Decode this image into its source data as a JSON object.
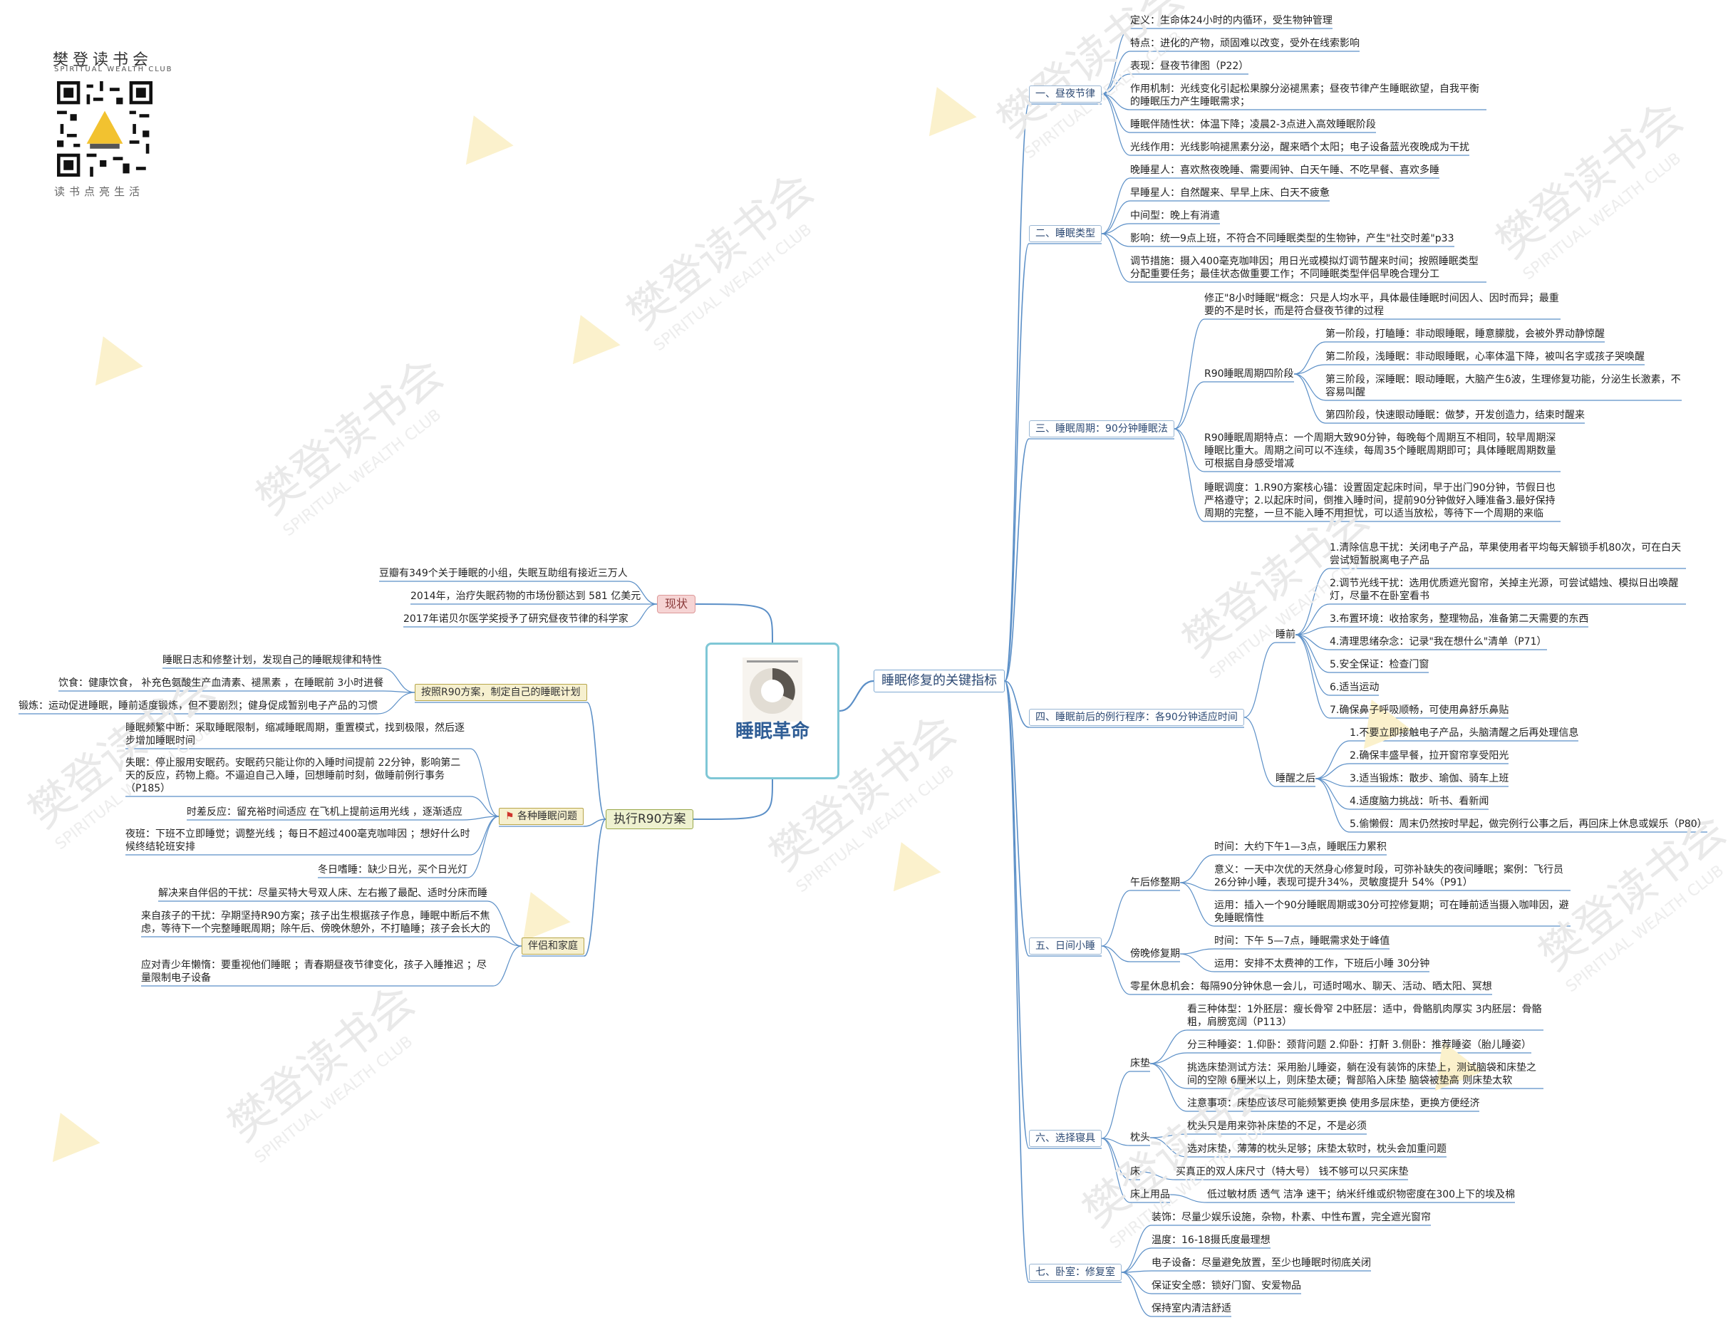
{
  "brand": {
    "title": "樊登读书会",
    "subtitle": "SPIRITUAL WEALTH CLUB",
    "slogan": "读书点亮生活",
    "watermark_cn": "樊登读书会",
    "watermark_en": "SPIRITUAL WEALTH CLUB"
  },
  "center": {
    "title": "睡眠革命"
  },
  "left": {
    "status": {
      "label": "现状",
      "items": [
        "豆瓣有349个关于睡眠的小组，失眠互助组有接近三万人",
        "2014年，治疗失眠药物的市场份额达到 581 亿美元",
        "2017年诺贝尔医学奖授予了研究昼夜节律的科学家"
      ]
    },
    "r90": {
      "label": "执行R90方案",
      "plan": {
        "label": "按照R90方案，制定自己的睡眠计划",
        "items": [
          "睡眠日志和修整计划，发现自己的睡眠规律和特性",
          "饮食：健康饮食， 补充色氨酸生产血清素、褪黑素 ，在睡眠前 3小时进餐",
          "锻炼：运动促进睡眠，睡前适度锻炼，但不要剧烈；健身促成暂别电子产品的习惯"
        ]
      },
      "problems": {
        "label": "各种睡眠问题",
        "items": [
          "睡眠频繁中断：采取睡眠限制，缩减睡眠周期，重置模式，找到极限，然后逐步增加睡眠时间",
          "失眠：停止服用安眠药。安眠药只能让你的入睡时间提前 22分钟，影响第二天的反应，药物上瘾。不逼迫自己入睡，回想睡前时刻，做睡前例行事务（P185）",
          "时差反应：留充裕时间适应  在飞机上提前运用光线 ，逐渐适应",
          "夜班：下班不立即睡觉；调整光线 ；每日不超过400毫克咖啡因 ；想好什么时候终结轮班安排",
          "冬日嗜睡：缺少日光，买个日光灯"
        ]
      },
      "family": {
        "label": "伴侣和家庭",
        "items": [
          "解决来自伴侣的干扰：尽量买特大号双人床、左右搬了最配、适时分床而睡",
          "来自孩子的干扰：孕期坚持R90方案；孩子出生根据孩子作息，睡眠中断后不焦虑，等待下一个完整睡眠周期；除午后、傍晚休憩外，不打瞌睡；孩子会长大的",
          "应对青少年懒惰：要重视他们睡眠 ；青春期昼夜节律变化，孩子入睡推迟 ；尽量限制电子设备"
        ]
      }
    }
  },
  "right": {
    "label": "睡眠修复的关键指标",
    "sections": [
      {
        "label": "一、昼夜节律",
        "items": [
          "定义：生命体24小时的内循环，受生物钟管理",
          "特点：进化的产物，顽固难以改变，受外在线索影响",
          "表现：昼夜节律图（P22）",
          "作用机制：光线变化引起松果腺分泌褪黑素；昼夜节律产生睡眠欲望，自我平衡的睡眠压力产生睡眠需求；",
          "睡眠伴随性状：体温下降；凌晨2-3点进入高效睡眠阶段",
          "光线作用：光线影响褪黑素分泌，醒来晒个太阳；电子设备蓝光夜晚成为干扰"
        ]
      },
      {
        "label": "二、睡眠类型",
        "items": [
          "晚睡星人：喜欢熬夜晚睡、需要闹钟、白天午睡、不吃早餐、喜欢多睡",
          "早睡星人：自然醒来、早早上床、白天不疲惫",
          "中间型：晚上有消遣",
          "影响：统一9点上班，不符合不同睡眠类型的生物钟，产生\"社交时差\"p33",
          "调节措施：摄入400毫克咖啡因；用日光或模拟灯调节醒来时间；按照睡眠类型分配重要任务；最佳状态做重要工作；不同睡眠类型伴侣早晚合理分工"
        ]
      },
      {
        "label": "三、睡眠周期：90分钟睡眠法",
        "items": [
          "修正\"8小时睡眠\"概念：只是人均水平，具体最佳睡眠时间因人、因时而异；最重要的不是时长，而是符合昼夜节律的过程",
          "R90睡眠周期特点：一个周期大致90分钟，每晚每个周期互不相同，较早周期深睡眠比重大。周期之间可以不连续，每周35个睡眠周期即可；具体睡眠周期数量可根据自身感受增减",
          "睡眠调度：1.R90方案核心锚：设置固定起床时间，早于出门90分钟，节假日也严格遵守；2.以起床时间，倒推入睡时间，提前90分钟做好入睡准备3.最好保持周期的完整，一旦不能入睡不用担忧，可以适当放松，等待下一个周期的来临"
        ],
        "phase_label": "R90睡眠周期四阶段",
        "phases": [
          "第一阶段，打瞌睡：非动眼睡眠，睡意朦胧，会被外界动静惊醒",
          "第二阶段，浅睡眠：非动眼睡眠，心率体温下降，被叫名字或孩子哭唤醒",
          "第三阶段，深睡眠：眼动睡眠，大脑产生δ波，生理修复功能，分泌生长激素，不容易叫醒",
          "第四阶段，快速眼动睡眠：做梦，开发创造力，结束时醒来"
        ]
      },
      {
        "label": "四、睡眠前后的例行程序：各90分钟适应时间",
        "before_label": "睡前",
        "before": [
          "1.清除信息干扰：关闭电子产品，苹果使用者平均每天解锁手机80次，可在白天尝试短暂脱离电子产品",
          "2.调节光线干扰：选用优质遮光窗帘，关掉主光源，可尝试蜡烛、模拟日出唤醒灯，尽量不在卧室看书",
          "3.布置环境：收拾家务，整理物品，准备第二天需要的东西",
          "4.清理思绪杂念：记录\"我在想什么\"清单（P71）",
          "5.安全保证：检查门窗",
          "6.适当运动",
          "7.确保鼻子呼吸顺畅，可使用鼻舒乐鼻贴"
        ],
        "after_label": "睡醒之后",
        "after": [
          "1.不要立即接触电子产品，头脑清醒之后再处理信息",
          "2.确保丰盛早餐，拉开窗帘享受阳光",
          "3.适当锻炼：散步、瑜伽、骑车上班",
          "4.适度脑力挑战：听书、看新闻",
          "5.偷懒假：周末仍然按时早起，做完例行公事之后，再回床上休息或娱乐（P80）"
        ]
      },
      {
        "label": "五、日间小睡",
        "noon_label": "午后修整期",
        "noon": [
          "时间：大约下午1—3点，睡眠压力累积",
          "意义：一天中次优的天然身心修复时段，可弥补缺失的夜间睡眠；案例：飞行员26分钟小睡，表现可提升34%，灵敏度提升 54%（P91）",
          "运用：插入一个90分睡眠周期或30分可控修复期；可在睡前适当摄入咖啡因，避免睡眠惰性"
        ],
        "evening_label": "傍晚修复期",
        "evening": [
          "时间：下午 5—7点，睡眠需求处于峰值",
          "运用：安排不太费神的工作，下班后小睡 30分钟"
        ],
        "rest": "零星休息机会：每隔90分钟休息一会儿，可适时喝水、聊天、活动、晒太阳、冥想"
      },
      {
        "label": "六、选择寝具",
        "mattress_label": "床垫",
        "mattress": [
          "看三种体型：1外胚层：瘦长骨窄  2中胚层：适中，骨骼肌肉厚实  3内胚层：骨骼粗，肩膀宽阔（P113）",
          "分三种睡姿：1.仰卧：颈背问题  2.仰卧：打鼾  3.侧卧：推荐睡姿（胎儿睡姿）",
          "挑选床垫测试方法：采用胎儿睡姿，躺在没有装饰的床垫上，测试脑袋和床垫之间的空隙 6厘米以上，则床垫太硬；臀部陷入床垫 脑袋被垫高 则床垫太软",
          "注意事项：床垫应该尽可能频繁更换 使用多层床垫，更换方便经济"
        ],
        "pillow_label": "枕头",
        "pillow": [
          "枕头只是用来弥补床垫的不足，不是必须",
          "选对床垫，薄薄的枕头足够；床垫太软时，枕头会加重问题"
        ],
        "bed_label": "床",
        "bed": "买真正的双人床尺寸（特大号）  钱不够可以只买床垫",
        "bedding_label": "床上用品",
        "bedding": "低过敏材质 透气 洁净 速干；纳米纤维或织物密度在300上下的埃及棉"
      },
      {
        "label": "七、卧室：修复室",
        "items": [
          "装饰：尽量少娱乐设施，杂物，朴素、中性布置，完全遮光窗帘",
          "温度：16-18摄氏度最理想",
          "电子设备：尽量避免放置，至少也睡眠时彻底关闭",
          "保证安全感：锁好门窗、安爱物品",
          "保持室内清洁舒适"
        ]
      }
    ]
  }
}
